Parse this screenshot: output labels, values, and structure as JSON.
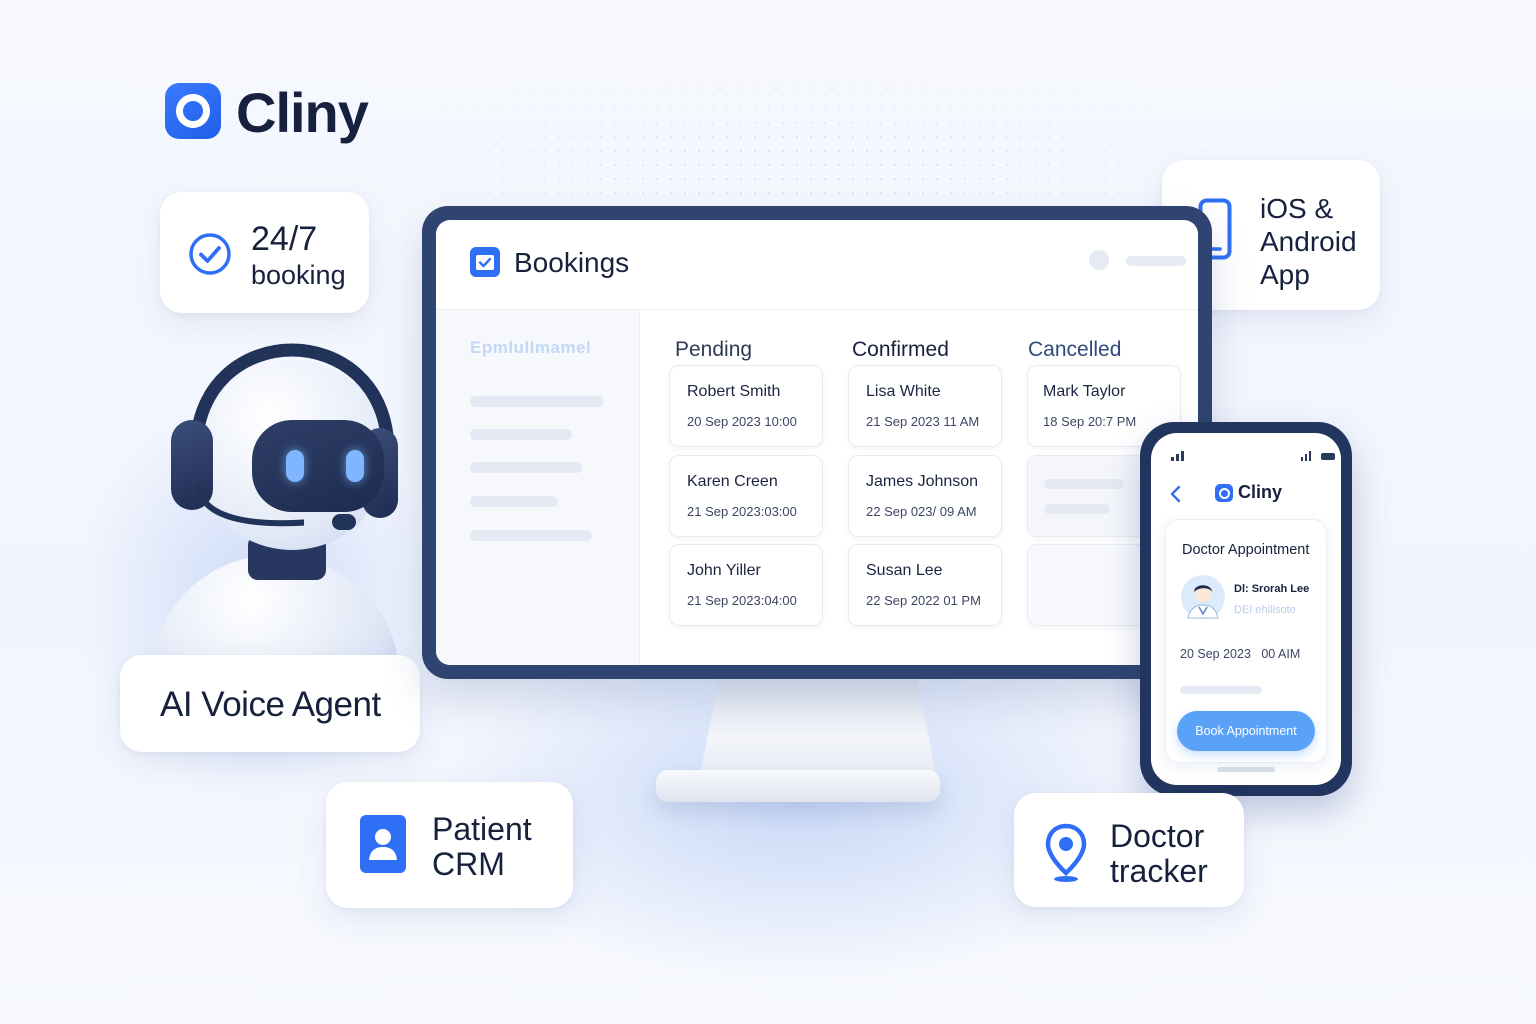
{
  "brand": {
    "name": "Cliny"
  },
  "features": {
    "booking": {
      "line1": "24/7",
      "line2": "booking",
      "icon": "check-circle-icon"
    },
    "apps": {
      "line1": "iOS &",
      "line2": "Android",
      "line3": "App",
      "icon": "smartphone-icon"
    },
    "voice": {
      "label": "AI Voice Agent"
    },
    "crm": {
      "line1": "Patient",
      "line2": "CRM",
      "icon": "contact-card-icon"
    },
    "tracker": {
      "line1": "Doctor",
      "line2": "tracker",
      "icon": "map-pin-icon"
    }
  },
  "dashboard": {
    "title": "Bookings",
    "sidebar_heading": "Epmlullmamel",
    "columns": [
      {
        "label": "Pending",
        "color": "#2e3a55",
        "cards": [
          {
            "name": "Robert Smith",
            "date": "20 Sep 2023 10:00"
          },
          {
            "name": "Karen Creen",
            "date": "21 Sep 2023:03:00"
          },
          {
            "name": "John Yiller",
            "date": "21 Sep 2023:04:00"
          }
        ]
      },
      {
        "label": "Confirmed",
        "color": "#17213d",
        "cards": [
          {
            "name": "Lisa White",
            "date": "21 Sep 2023 11 AM"
          },
          {
            "name": "James Johnson",
            "date": "22 Sep 023/ 09 AM"
          },
          {
            "name": "Susan Lee",
            "date": "22 Sep 2022 01 PM"
          }
        ]
      },
      {
        "label": "Cancelled",
        "color": "#2f4b7c",
        "cards": [
          {
            "name": "Mark Taylor",
            "date": "18 Sep 20:7 PM"
          }
        ]
      }
    ]
  },
  "mobile": {
    "brand": "Cliny",
    "card_title": "Doctor Appointment",
    "doctor_name": "Dl: Srorah Lee",
    "doctor_subtitle": "DEI ehillsoto",
    "appointment_time": "20 Sep 2023   00 AIM",
    "cta": "Book Appointment"
  },
  "colors": {
    "accent": "#2f6ff5",
    "navy": "#22355f",
    "cta": "#5aa2f8"
  }
}
